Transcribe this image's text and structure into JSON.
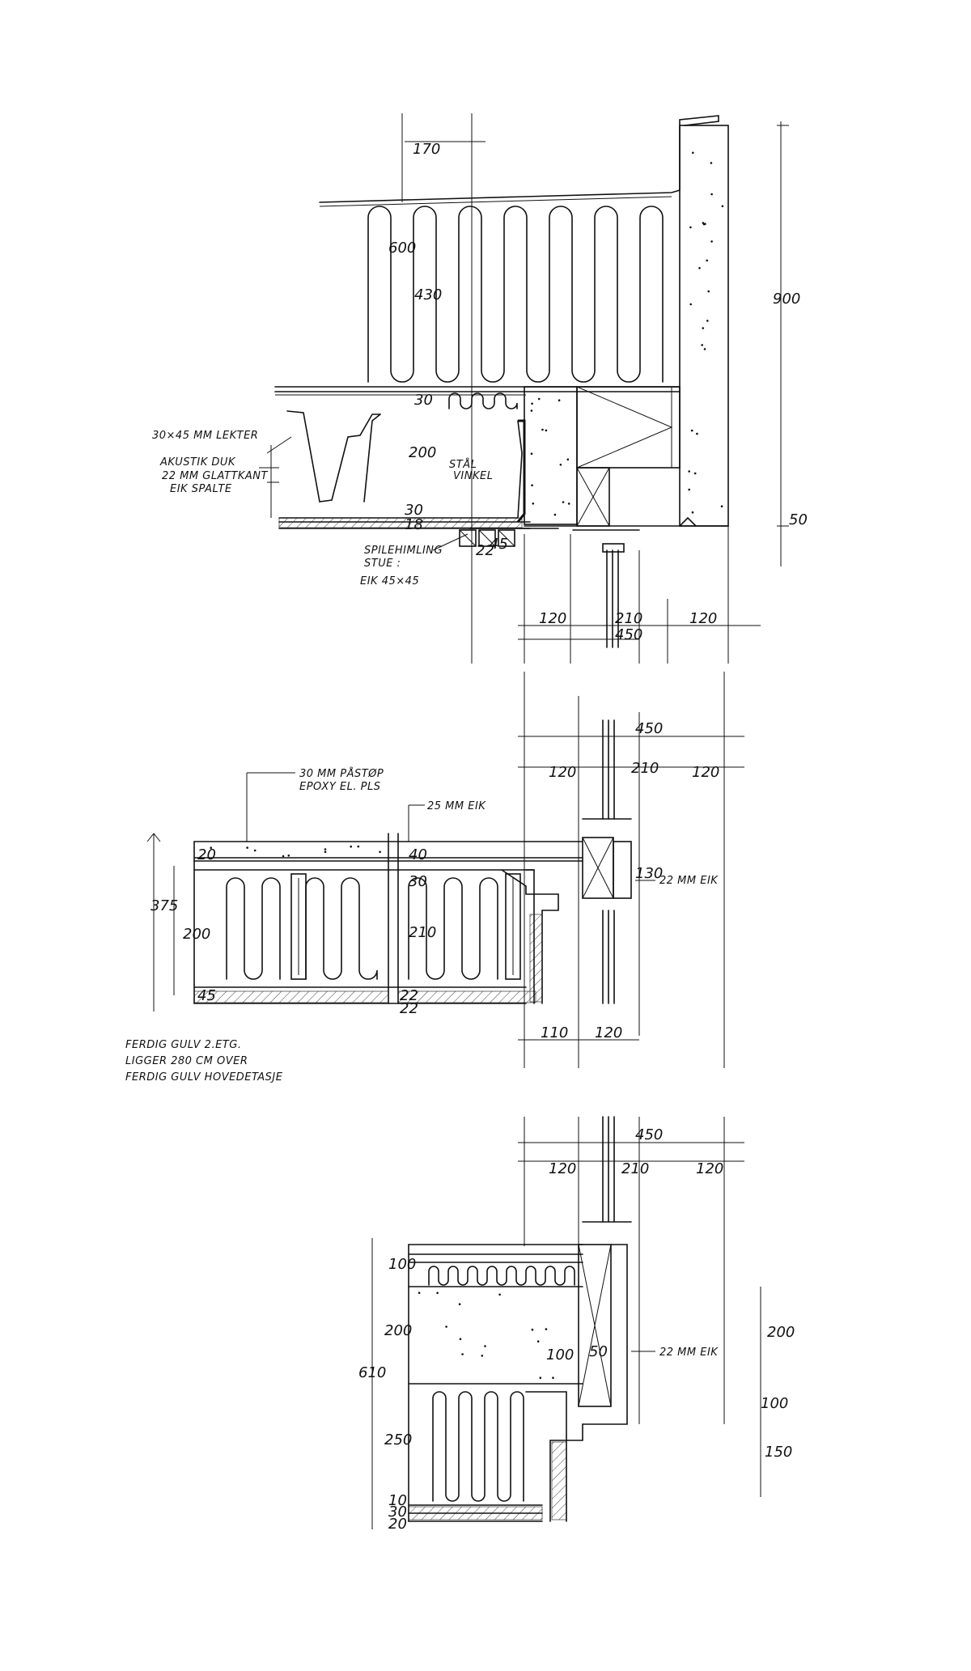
{
  "detail_1": {
    "dims": {
      "d170": "170",
      "d600": "600",
      "d430": "430",
      "d900": "900",
      "d30_top": "30",
      "d200": "200",
      "d30_bottom": "30",
      "d18": "18",
      "d50": "50",
      "d22": "22",
      "d45": "45",
      "d120_left": "120",
      "d210": "210",
      "d120_right": "120",
      "d450": "450"
    },
    "labels": {
      "lekter": "30×45 MM LEKTER",
      "akustik": "AKUSTIK DUK",
      "eik_spalte_1": "22 MM GLATTKANT",
      "eik_spalte_2": "EIK SPALTE",
      "staal_1": "STÅL",
      "staal_2": "VINKEL",
      "spile_1": "SPILEHIMLING",
      "spile_2": "STUE :",
      "spile_3": "EIK 45×45"
    }
  },
  "detail_2": {
    "dims": {
      "d450": "450",
      "d120_left": "120",
      "d210": "210",
      "d120_right": "120",
      "d375": "375",
      "d200": "200",
      "d20": "20",
      "d45": "45",
      "d40": "40",
      "d30": "30",
      "d210_mid": "210",
      "d22a": "22",
      "d22b": "22",
      "d130": "130",
      "d110": "110",
      "d120_bottom": "120"
    },
    "labels": {
      "paastop_1": "30 MM PÅSTØP",
      "paastop_2": "EPOXY EL. PLS",
      "eik25": "25 MM EIK",
      "eik22": "22 MM EIK",
      "ferdig_1": "FERDIG GULV 2.ETG.",
      "ferdig_2": "LIGGER 280 CM OVER",
      "ferdig_3": "FERDIG GULV HOVEDETASJE"
    }
  },
  "detail_3": {
    "dims": {
      "d450": "450",
      "d120_left": "120",
      "d210": "210",
      "d120_right": "120",
      "d100_top": "100",
      "d200": "200",
      "d610": "610",
      "d100_mid": "100",
      "d50": "50",
      "d250": "250",
      "d10": "10",
      "d30": "30",
      "d20": "20",
      "d200_right": "200",
      "d100_right": "100",
      "d150": "150"
    },
    "labels": {
      "eik22": "22 MM EIK"
    }
  }
}
